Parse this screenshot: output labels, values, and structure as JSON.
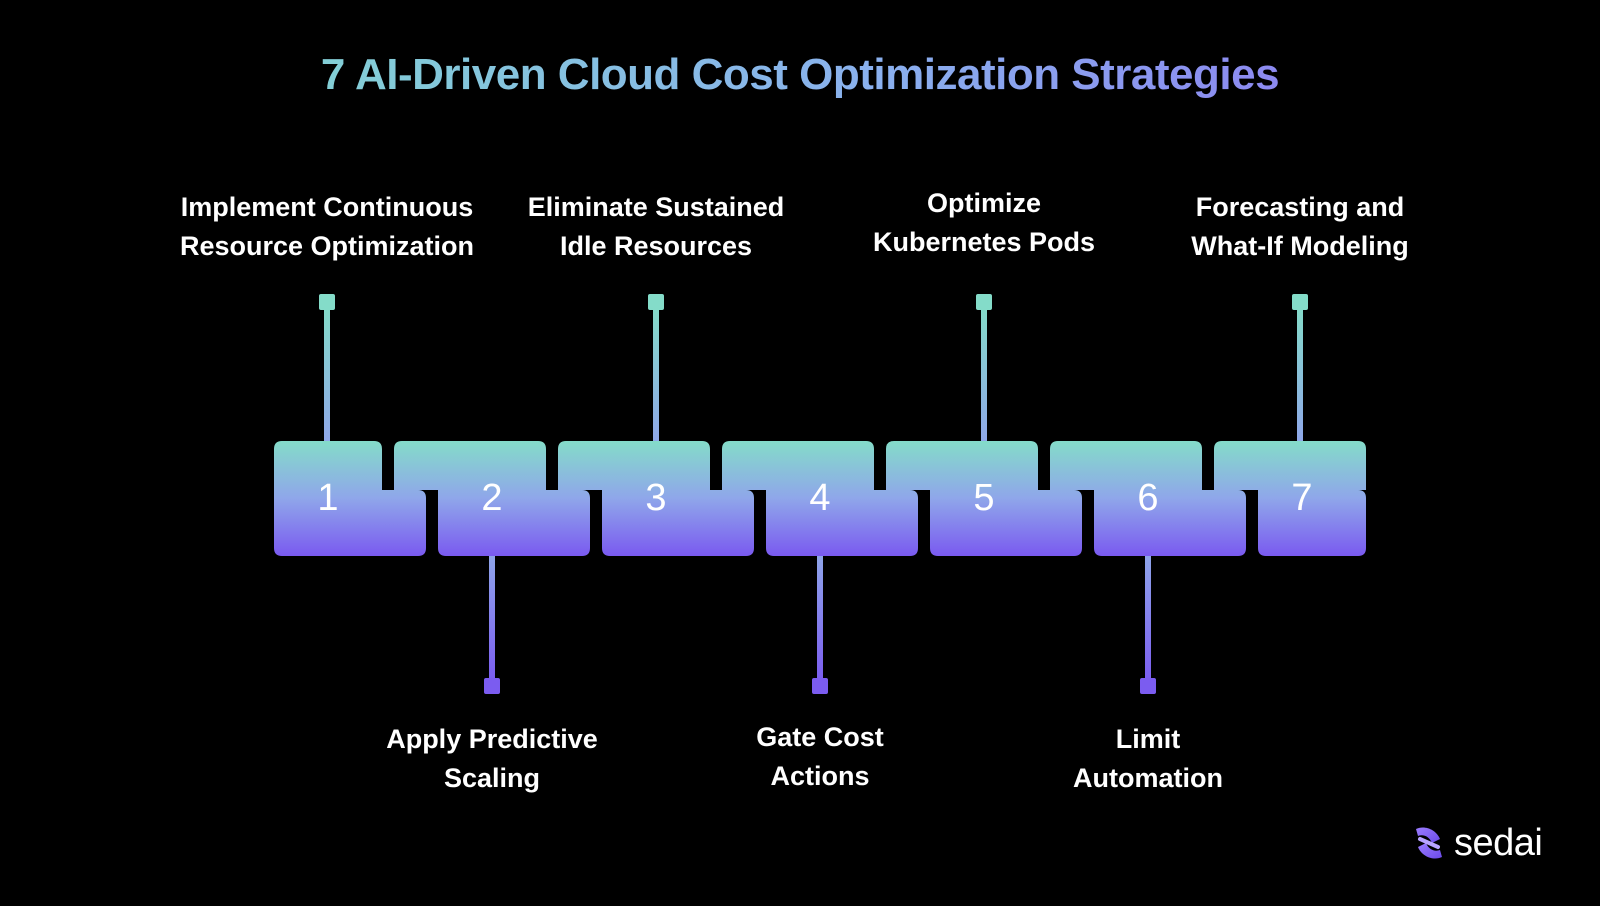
{
  "title": "7 AI-Driven Cloud Cost Optimization Strategies",
  "steps": [
    {
      "number": "1",
      "lines": [
        "Implement Continuous",
        "Resource Optimization"
      ],
      "side": "top"
    },
    {
      "number": "2",
      "lines": [
        "Apply Predictive",
        "Scaling"
      ],
      "side": "bottom"
    },
    {
      "number": "3",
      "lines": [
        "Eliminate Sustained",
        "Idle Resources"
      ],
      "side": "top"
    },
    {
      "number": "4",
      "lines": [
        "Gate Cost",
        "Actions"
      ],
      "side": "bottom"
    },
    {
      "number": "5",
      "lines": [
        "Optimize",
        "Kubernetes Pods"
      ],
      "side": "top"
    },
    {
      "number": "6",
      "lines": [
        "Limit",
        "Automation"
      ],
      "side": "bottom"
    },
    {
      "number": "7",
      "lines": [
        "Forecasting and",
        "What-If Modeling"
      ],
      "side": "top"
    }
  ],
  "brand": {
    "name": "sedai",
    "icon": "sedai-logo-icon"
  },
  "colors": {
    "teal": "#83dcc8",
    "purple": "#7b5cf0",
    "background": "#000000",
    "text": "#ffffff"
  }
}
